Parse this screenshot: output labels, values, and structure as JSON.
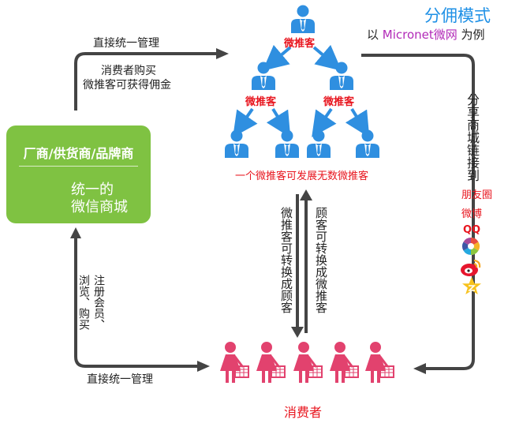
{
  "header": {
    "title": "分佣模式",
    "subtitle_prefix": "以 ",
    "subtitle_brand": "Micronet微网",
    "subtitle_suffix": " 为例"
  },
  "hierarchy": {
    "node_label": "微推客",
    "caption": "一个微推客可发展无数微推客"
  },
  "store": {
    "title": "厂商/供货商/品牌商",
    "name_line1": "统一的",
    "name_line2": "微信商城"
  },
  "consumers": {
    "label": "消费者"
  },
  "flows": {
    "top_arrow_label": "直接统一管理",
    "commission_line1": "消费者购买",
    "commission_line2": "微推客可获得佣金",
    "bottom_arrow_label": "直接统一管理",
    "left_vertical_1": "注册会员、",
    "left_vertical_2": "浏览、购买",
    "center_down": "微推客可转换成顾客",
    "center_up": "顾客可转换成微推客",
    "share_vertical": "分享商城链接到"
  },
  "share_channels": {
    "pengyouquan": "朋友圈",
    "weibo": "微博",
    "qq": "QQ"
  },
  "colors": {
    "blue": "#2f8fe0",
    "red": "#e8151e",
    "green": "#7fc242",
    "pink": "#e2426e",
    "arrow_gray": "#444444"
  }
}
